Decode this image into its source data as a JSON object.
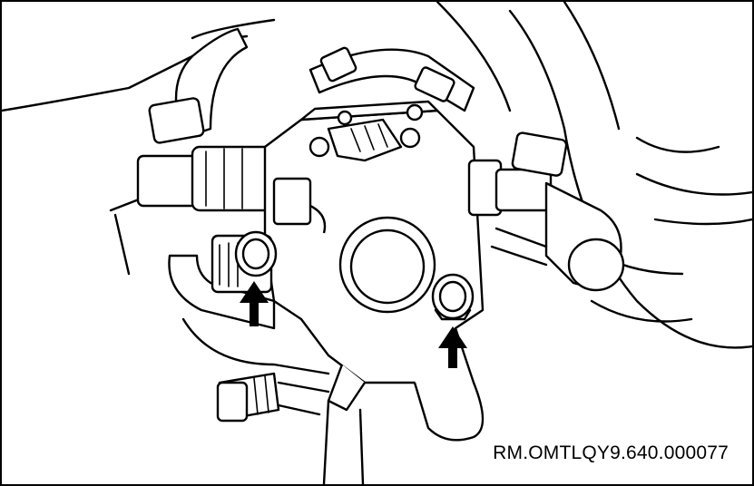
{
  "figure": {
    "reference_code": "RM.OMTLQY9.640.000077"
  },
  "colors": {
    "ink": "#000000",
    "paper": "#ffffff"
  },
  "callouts": [
    {
      "icon": "arrow-up-icon",
      "target": "left-mounting-bolt"
    },
    {
      "icon": "arrow-up-icon",
      "target": "right-mounting-bolt"
    }
  ]
}
